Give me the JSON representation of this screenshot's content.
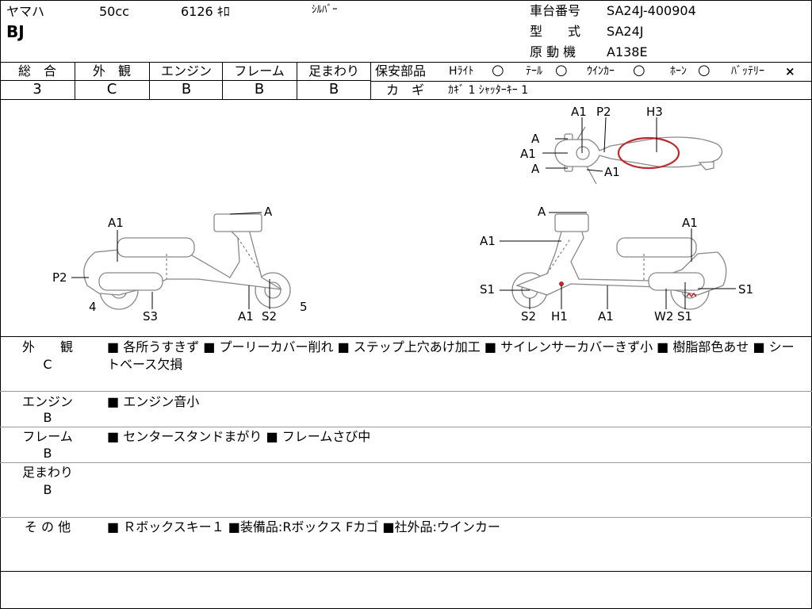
{
  "header": {
    "maker": "ヤマハ",
    "displacement": "50cc",
    "mileage": "6126 ｷﾛ",
    "color": "ｼﾙﾊﾞｰ",
    "model_name": "BJ",
    "chassis_label": "車台番号",
    "chassis_value": "SA24J-400904",
    "type_label": "型　　式",
    "type_value": "SA24J",
    "engine_label": "原 動 機",
    "engine_value": "A138E"
  },
  "grades": {
    "items": [
      {
        "label": "総　合",
        "value": "3"
      },
      {
        "label": "外　観",
        "value": "C"
      },
      {
        "label": "エンジン",
        "value": "B"
      },
      {
        "label": "フレーム",
        "value": "B"
      },
      {
        "label": "足まわり",
        "value": "B"
      }
    ]
  },
  "safety": {
    "title": "保安部品",
    "items": [
      {
        "label": "Hﾗｲﾄ",
        "mark": "○"
      },
      {
        "label": "ﾃｰﾙ",
        "mark": "○"
      },
      {
        "label": "ｳｲﾝｶｰ",
        "mark": "○"
      },
      {
        "label": "ﾎｰﾝ",
        "mark": "○"
      },
      {
        "label": "ﾊﾞｯﾃﾘｰ",
        "mark": "×"
      }
    ],
    "key_label": "カ　ギ",
    "key_value": "ｶｷﾞ 1 ｼｬｯﾀｰｷｰ 1"
  },
  "diagram": {
    "top_labels": [
      "A1",
      "P2",
      "H3",
      "A",
      "A1",
      "A",
      "A1"
    ],
    "left_labels": [
      "A",
      "A1",
      "P2",
      "4",
      "S3",
      "A1",
      "S2",
      "5"
    ],
    "right_labels": [
      "A",
      "A1",
      "A1",
      "S1",
      "S1",
      "S2",
      "H1",
      "A1",
      "W2",
      "S1"
    ]
  },
  "sections": [
    {
      "title": "外　　観",
      "grade": "C",
      "body": "■ 各所うすきず ■ プーリーカバー削れ ■ ステップ上穴あけ加工 ■ サイレンサーカバーきず小 ■ 樹脂部色あせ ■ シートベース欠損"
    },
    {
      "title": "エンジン",
      "grade": "B",
      "body": "■ エンジン音小"
    },
    {
      "title": "フレーム",
      "grade": "B",
      "body": "■ センタースタンドまがり ■ フレームさび中"
    },
    {
      "title": "足まわり",
      "grade": "B",
      "body": ""
    },
    {
      "title": "そ の 他",
      "grade": "",
      "body": "■ Ｒボックスキー１ ■装備品:Rボックス Fカゴ ■社外品:ウインカー"
    }
  ]
}
